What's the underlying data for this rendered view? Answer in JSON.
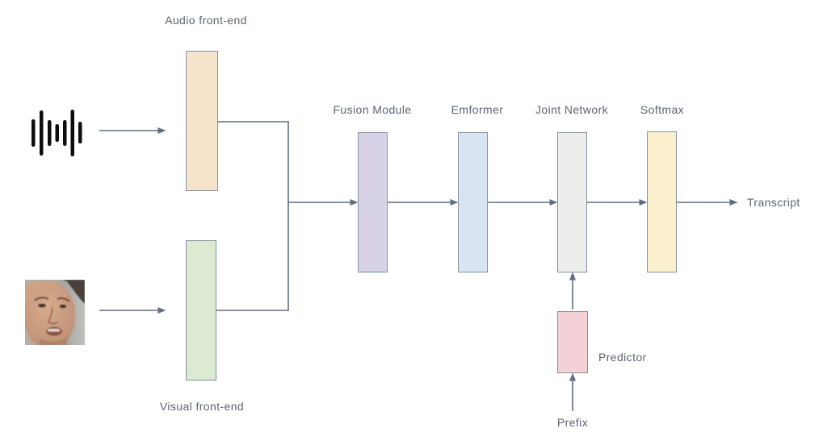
{
  "diagram": {
    "nodes": {
      "audio_frontend": {
        "label": "Audio front-end",
        "fill": "#f6e4cc"
      },
      "visual_frontend": {
        "label": "Visual front-end",
        "fill": "#ddead2"
      },
      "fusion_module": {
        "label": "Fusion Module",
        "fill": "#d8d2e8"
      },
      "emformer": {
        "label": "Emformer",
        "fill": "#d9e4f2"
      },
      "joint_network": {
        "label": "Joint Network",
        "fill": "#ededec"
      },
      "softmax": {
        "label": "Softmax",
        "fill": "#faf0cd"
      },
      "predictor": {
        "label": "Predictor",
        "fill": "#f3d1d6"
      }
    },
    "terminals": {
      "transcript": "Transcript",
      "prefix": "Prefix"
    },
    "icons": {
      "audio_input": "waveform-icon",
      "visual_input": "speaker-face-image"
    },
    "colors": {
      "background": "#ffffff",
      "line": "#5e6e84",
      "node_border": "#8491a1",
      "label_text": "#5d6370",
      "waveform": "#0d0d0d"
    }
  }
}
